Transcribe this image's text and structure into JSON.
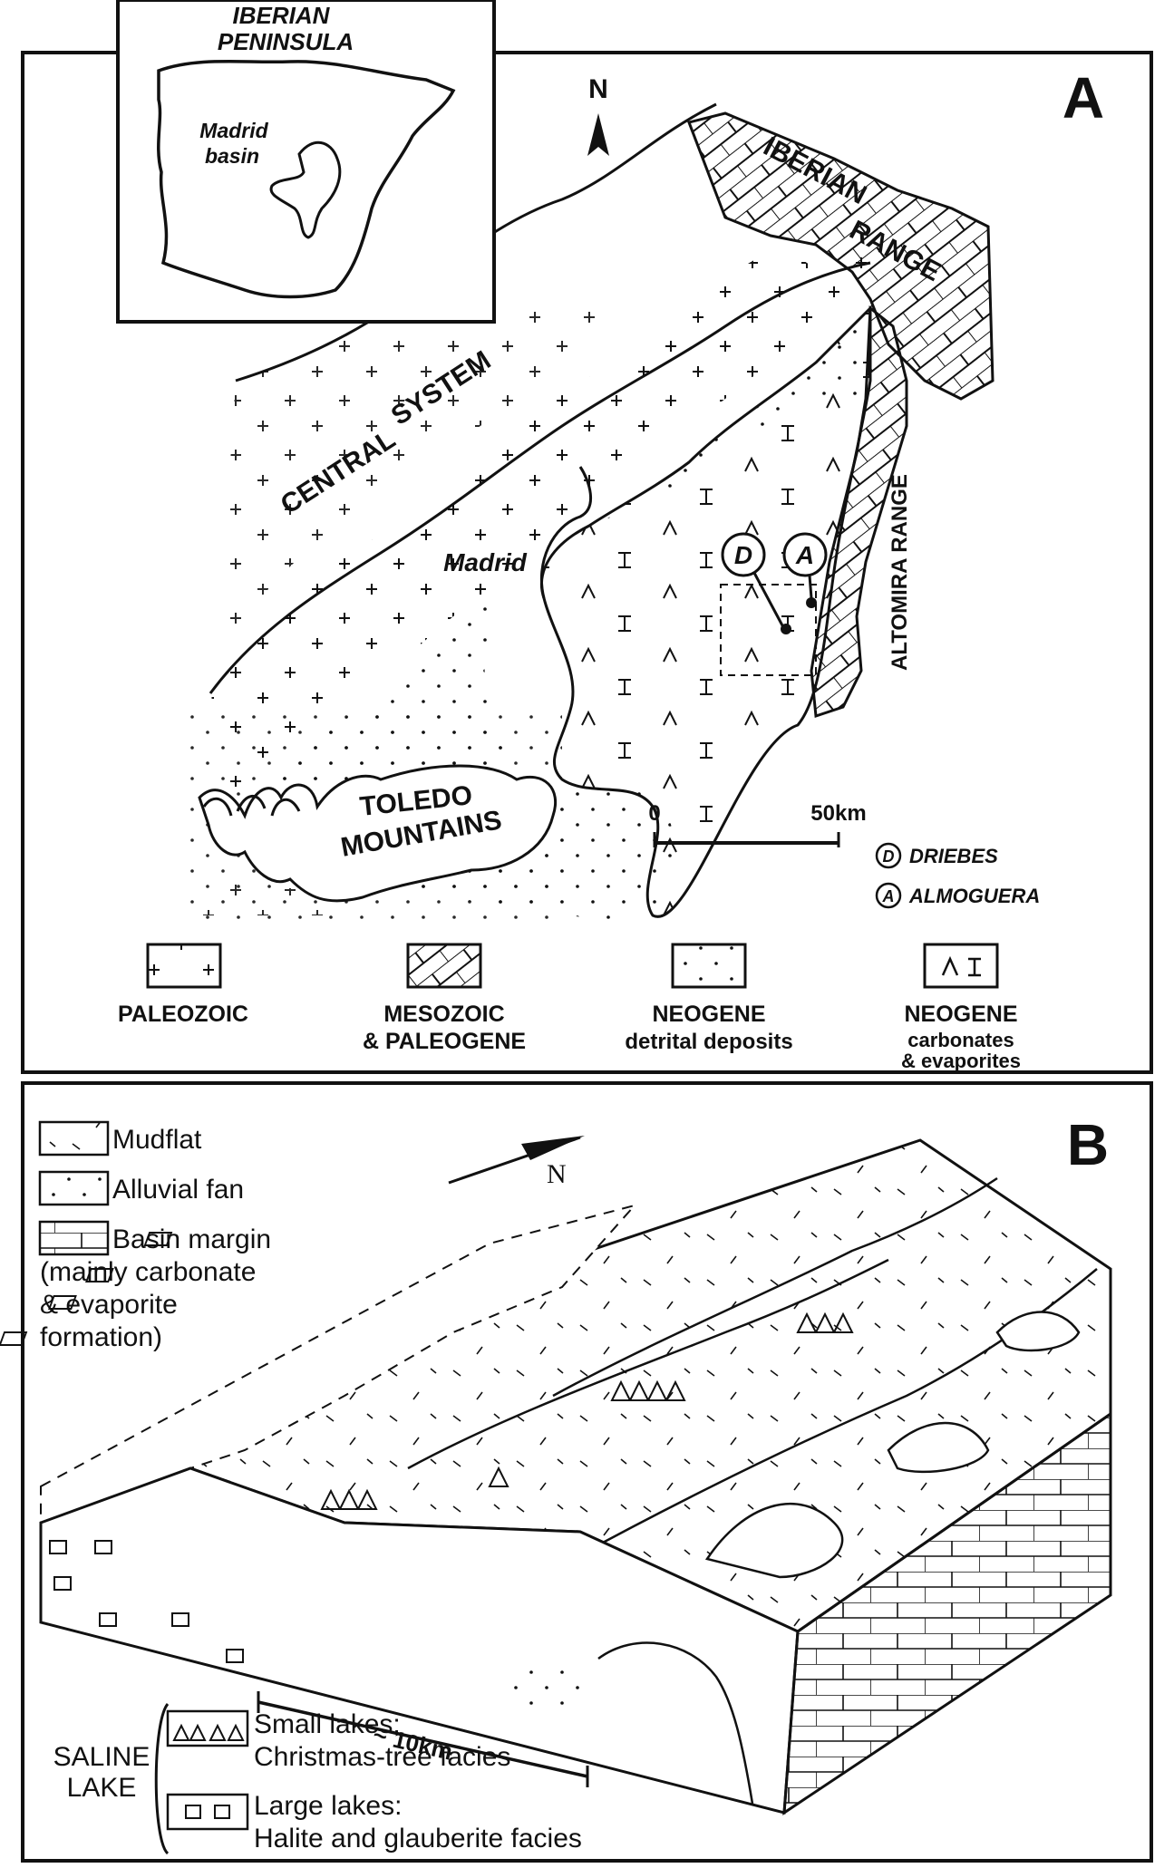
{
  "panel_a": {
    "panel_letter": "A",
    "inset": {
      "line1": "IBERIAN",
      "line2": "PENINSULA",
      "basin_line1": "Madrid",
      "basin_line2": "basin"
    },
    "north_label": "N",
    "central_system": {
      "word1": "CENTRAL",
      "word2": "SYSTEM"
    },
    "iberian_range": {
      "word1": "IBERIAN",
      "word2": "RANGE"
    },
    "altomira_range": "ALTOMIRA RANGE",
    "toledo": {
      "word1": "TOLEDO",
      "word2": "MOUNTAINS"
    },
    "madrid": "Madrid",
    "site_markers": {
      "d": "D",
      "a": "A"
    },
    "scale": {
      "start": "0",
      "end": "50km"
    },
    "site_key": [
      {
        "letter": "D",
        "name": "DRIEBES"
      },
      {
        "letter": "A",
        "name": "ALMOGUERA"
      }
    ],
    "legend": [
      {
        "line1": "PALEOZOIC",
        "line2": "",
        "pattern": "crosses"
      },
      {
        "line1": "MESOZOIC",
        "line2": "& PALEOGENE",
        "pattern": "limestone"
      },
      {
        "line1": "NEOGENE",
        "line2": "detrital deposits",
        "pattern": "dots"
      },
      {
        "line1": "NEOGENE",
        "line2": "carbonates",
        "line3": "& evaporites",
        "pattern": "carets"
      }
    ]
  },
  "panel_b": {
    "panel_letter": "B",
    "north_label": "N",
    "legend": {
      "mudflat": "Mudflat",
      "alluvial": "Alluvial fan",
      "margin_line1": "Basin margin",
      "margin_line2": "(mainly carbonate",
      "margin_line3": "& evaporite",
      "margin_line4": "formation)"
    },
    "scale": "~ 10km",
    "saline": {
      "group_line1": "SALINE",
      "group_line2": "LAKE",
      "small_line1": "Small lakes:",
      "small_line2": "Christmas-tree facies",
      "large_line1": "Large lakes:",
      "large_line2": "Halite and glauberite facies"
    }
  }
}
